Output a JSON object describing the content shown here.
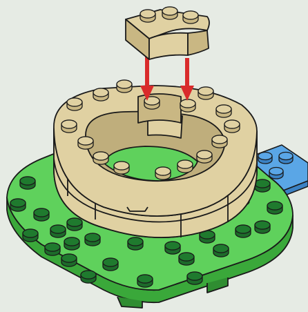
{
  "scene": {
    "kind": "building-instruction-step",
    "background_color": "#e6ebe4",
    "outline_color": "#1a1a1a",
    "colors": {
      "green_plate": "#5fd15c",
      "green_plate_side": "#3aa83a",
      "green_plate_shade": "#2f8d31",
      "dark_green_stud": "#1d6b2a",
      "dark_green_stud_top": "#1f7a2e",
      "tan": "#e0d1a2",
      "tan_dark": "#c9b783",
      "tan_shadow": "#bfae7c",
      "blue_plate": "#5aa6e6",
      "blue_plate_side": "#3b82c4",
      "arrow_red": "#d92b2b"
    },
    "parts": [
      {
        "name": "green-baseplate",
        "color": "green"
      },
      {
        "name": "dark-green-studs",
        "color": "dark-green"
      },
      {
        "name": "blue-plate",
        "color": "blue"
      },
      {
        "name": "tan-curved-wall",
        "color": "tan"
      },
      {
        "name": "tan-curved-brick-new",
        "color": "tan"
      }
    ],
    "arrows": {
      "count": 2,
      "direction": "down",
      "color": "red"
    }
  }
}
